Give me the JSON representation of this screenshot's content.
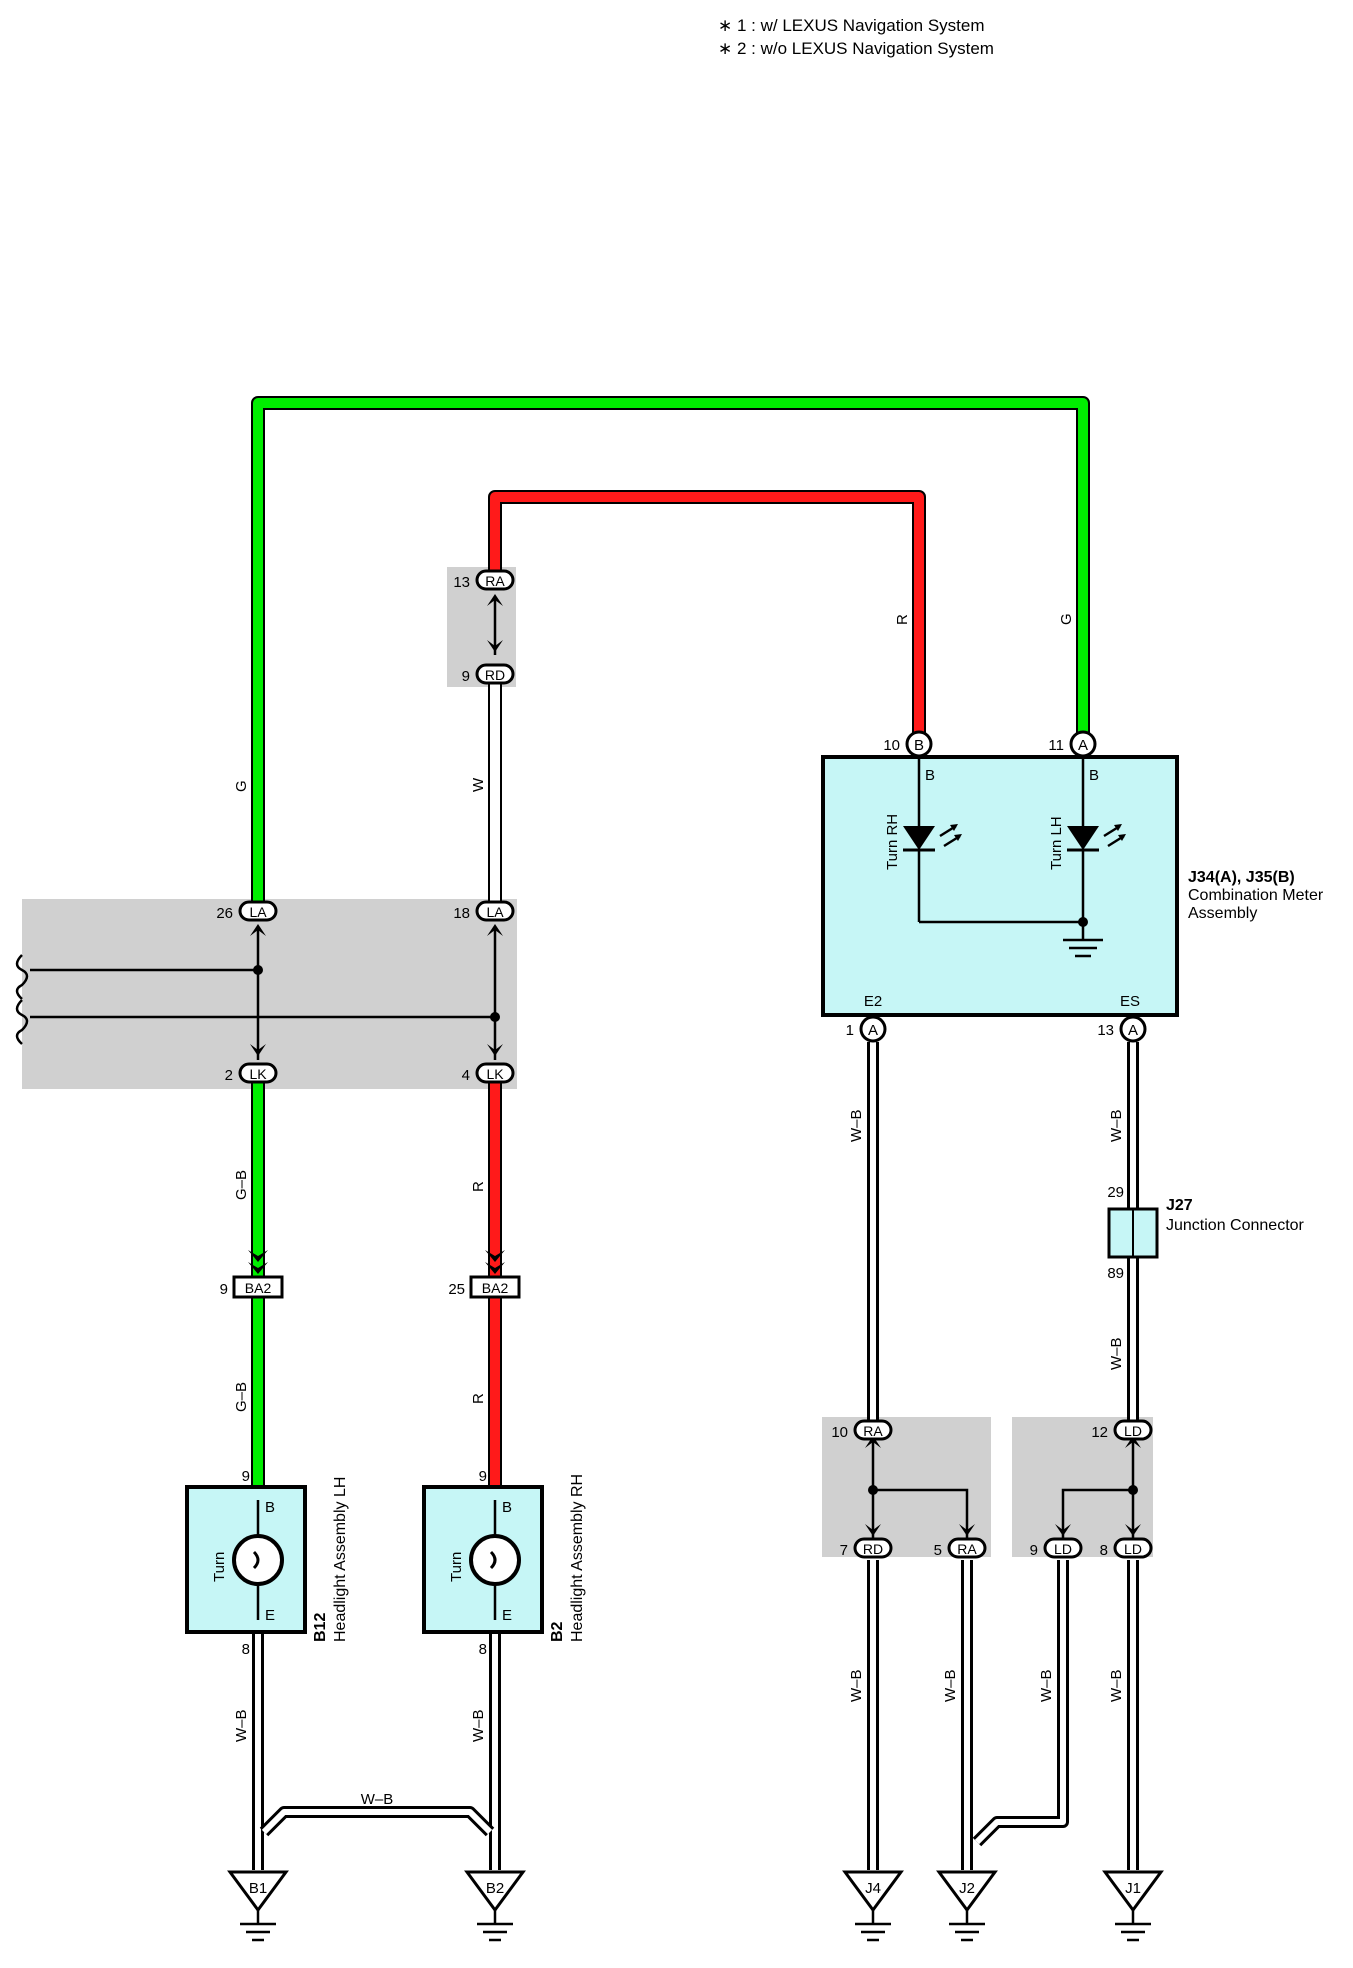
{
  "notes": [
    "∗ 1 : w/ LEXUS Navigation System",
    "∗ 2 : w/o LEXUS Navigation System"
  ],
  "colors": {
    "green": "#00ee00",
    "red": "#ff1a1a",
    "component_fill": "#c6f6f6",
    "connector_bg": "#d0d0d0"
  },
  "wire_labels": {
    "g_top": "G",
    "g_left": "G",
    "w_mid": "W",
    "r_top": "R",
    "gb_upper": "G–B",
    "gb_lower": "G–B",
    "r_mid_upper": "R",
    "r_mid_lower": "R",
    "wb_lh": "W–B",
    "wb_rh": "W–B",
    "wb_bottom": "W–B",
    "wb_e2": "W–B",
    "wb_es": "W–B",
    "wb_j27": "W–B",
    "wb_j4": "W–B",
    "wb_j2": "W–B",
    "wb_ld9": "W–B",
    "wb_j1": "W–B"
  },
  "connectors": {
    "ra13": {
      "pin": "13",
      "code": "RA"
    },
    "rd9": {
      "pin": "9",
      "code": "RD"
    },
    "la26": {
      "pin": "26",
      "code": "LA"
    },
    "la18": {
      "pin": "18",
      "code": "LA"
    },
    "lk2": {
      "pin": "2",
      "code": "LK"
    },
    "lk4": {
      "pin": "4",
      "code": "LK"
    },
    "ba2_9": {
      "pin": "9",
      "code": "BA2"
    },
    "ba2_25": {
      "pin": "25",
      "code": "BA2"
    },
    "ra10": {
      "pin": "10",
      "code": "RA"
    },
    "rd7": {
      "pin": "7",
      "code": "RD"
    },
    "ra5": {
      "pin": "5",
      "code": "RA"
    },
    "ld12": {
      "pin": "12",
      "code": "LD"
    },
    "ld9": {
      "pin": "9",
      "code": "LD"
    },
    "ld8": {
      "pin": "8",
      "code": "LD"
    }
  },
  "meter": {
    "code": "J34(A), J35(B)",
    "name_line1": "Combination Meter",
    "name_line2": "Assembly",
    "pin_b": {
      "pin": "10",
      "code": "B"
    },
    "pin_a": {
      "pin": "11",
      "code": "A"
    },
    "pin_e2": {
      "pin": "1",
      "code": "A"
    },
    "pin_es": {
      "pin": "13",
      "code": "A"
    },
    "label_b1": "B",
    "label_b2": "B",
    "label_e2": "E2",
    "label_es": "ES",
    "turn_rh": "Turn RH",
    "turn_lh": "Turn LH"
  },
  "junction": {
    "code": "J27",
    "name": "Junction Connector",
    "pin_top": "29",
    "pin_bottom": "89"
  },
  "headlight_lh": {
    "code": "B12",
    "name": "Headlight Assembly LH",
    "pin_in": "9",
    "pin_out": "8",
    "label_b": "B",
    "label_e": "E",
    "lamp": "Turn"
  },
  "headlight_rh": {
    "code": "B2",
    "name": "Headlight Assembly RH",
    "pin_in": "9",
    "pin_out": "8",
    "label_b": "B",
    "label_e": "E",
    "lamp": "Turn"
  },
  "grounds": [
    "B1",
    "B2",
    "J4",
    "J2",
    "J1"
  ]
}
